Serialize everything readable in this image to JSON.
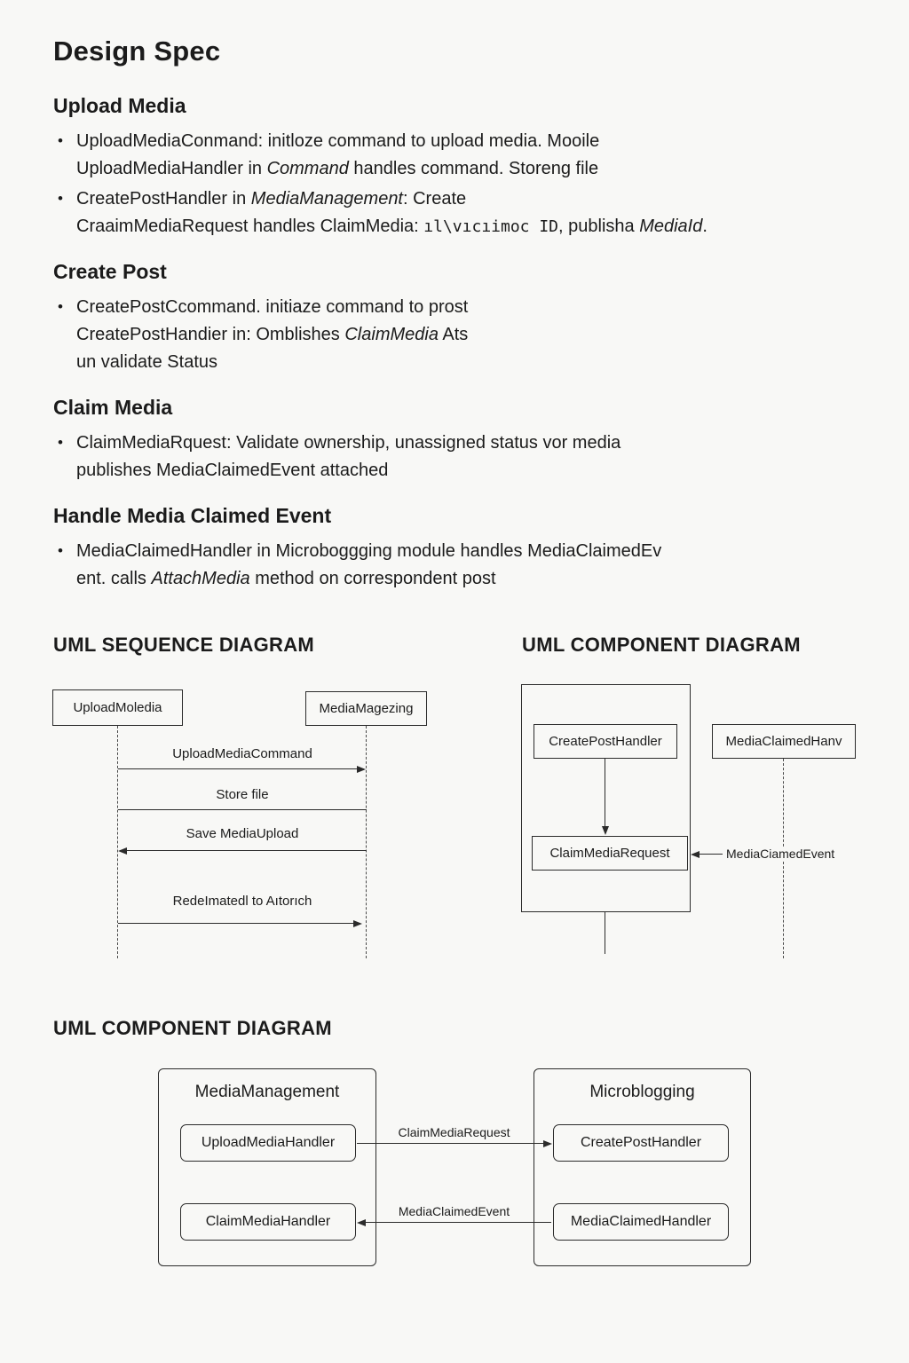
{
  "colors": {
    "background": "#f8f8f6",
    "text": "#1b1b1b",
    "line": "#2b2b2b"
  },
  "spec": {
    "title": "Design Spec",
    "s1": {
      "heading": "Upload Media",
      "b1l1": "UploadMediaConmand: initloze command to upload media. Mooile",
      "b1l2a": "UploadMediaHandler in ",
      "b1l2b": "Command",
      "b1l2c": " handles command. Storeng file",
      "b2l1a": "CreatePostHandler in ",
      "b2l1b": "MediaManagement",
      "b2l1c": ": Create",
      "b2l2a": "CraaimMediaRequest handles ClaimMedia: ",
      "b2l2b": "ıl\\vıcıimoc ID",
      "b2l2c": ", publisha ",
      "b2l2d": "MediaId",
      "b2l2e": "."
    },
    "s2": {
      "heading": "Create Post",
      "b1l1": "CreatePostCcommand. initiaze command to prost",
      "b1l2a": "CreatePostHandier in: Omblishes ",
      "b1l2b": "ClaimMedia",
      "b1l2c": "  Ats",
      "b1l3": "un validate Status"
    },
    "s3": {
      "heading": "Claim Media",
      "b1l1": "ClaimMediaRquest: Validate ownership, unassigned status vor  media",
      "b1l2": "publishes MediaClaimedEvent attached"
    },
    "s4": {
      "heading": "Handle Media Claimed Event",
      "b1l1": "MediaClaimedHandler in Microboggging module handles MediaClaimedEv",
      "b1l2a": "ent. calls ",
      "b1l2b": "AttachMedia",
      "b1l2c": " method on correspondent post"
    }
  },
  "sequence": {
    "heading": "UML SEQUENCE DIAGRAM",
    "actor_left": "UploadMoledia",
    "actor_right": "MediaMagezing",
    "msg1": "UploadMediaCommand",
    "msg2": "Store file",
    "msg3": "Save MediaUpload",
    "msg4": "RedeImatedl to Aıtorıch"
  },
  "component_top": {
    "heading": "UML COMPONENT DIAGRAM",
    "node1": "CreatePostHandler",
    "node2": "ClaimMediaRequest",
    "node3": "MediaClaimedHanv",
    "edge": "MediaCiamedEvent"
  },
  "component_bottom": {
    "heading": "UML COMPONENT DIAGRAM",
    "left_title": "MediaManagement",
    "left_node1": "UploadMediaHandler",
    "left_node2": "ClaimMediaHandler",
    "right_title": "Microblogging",
    "right_node1": "CreatePostHandler",
    "right_node2": "MediaClaimedHandler",
    "edge1": "ClaimMediaRequest",
    "edge2": "MediaClaimedEvent"
  }
}
